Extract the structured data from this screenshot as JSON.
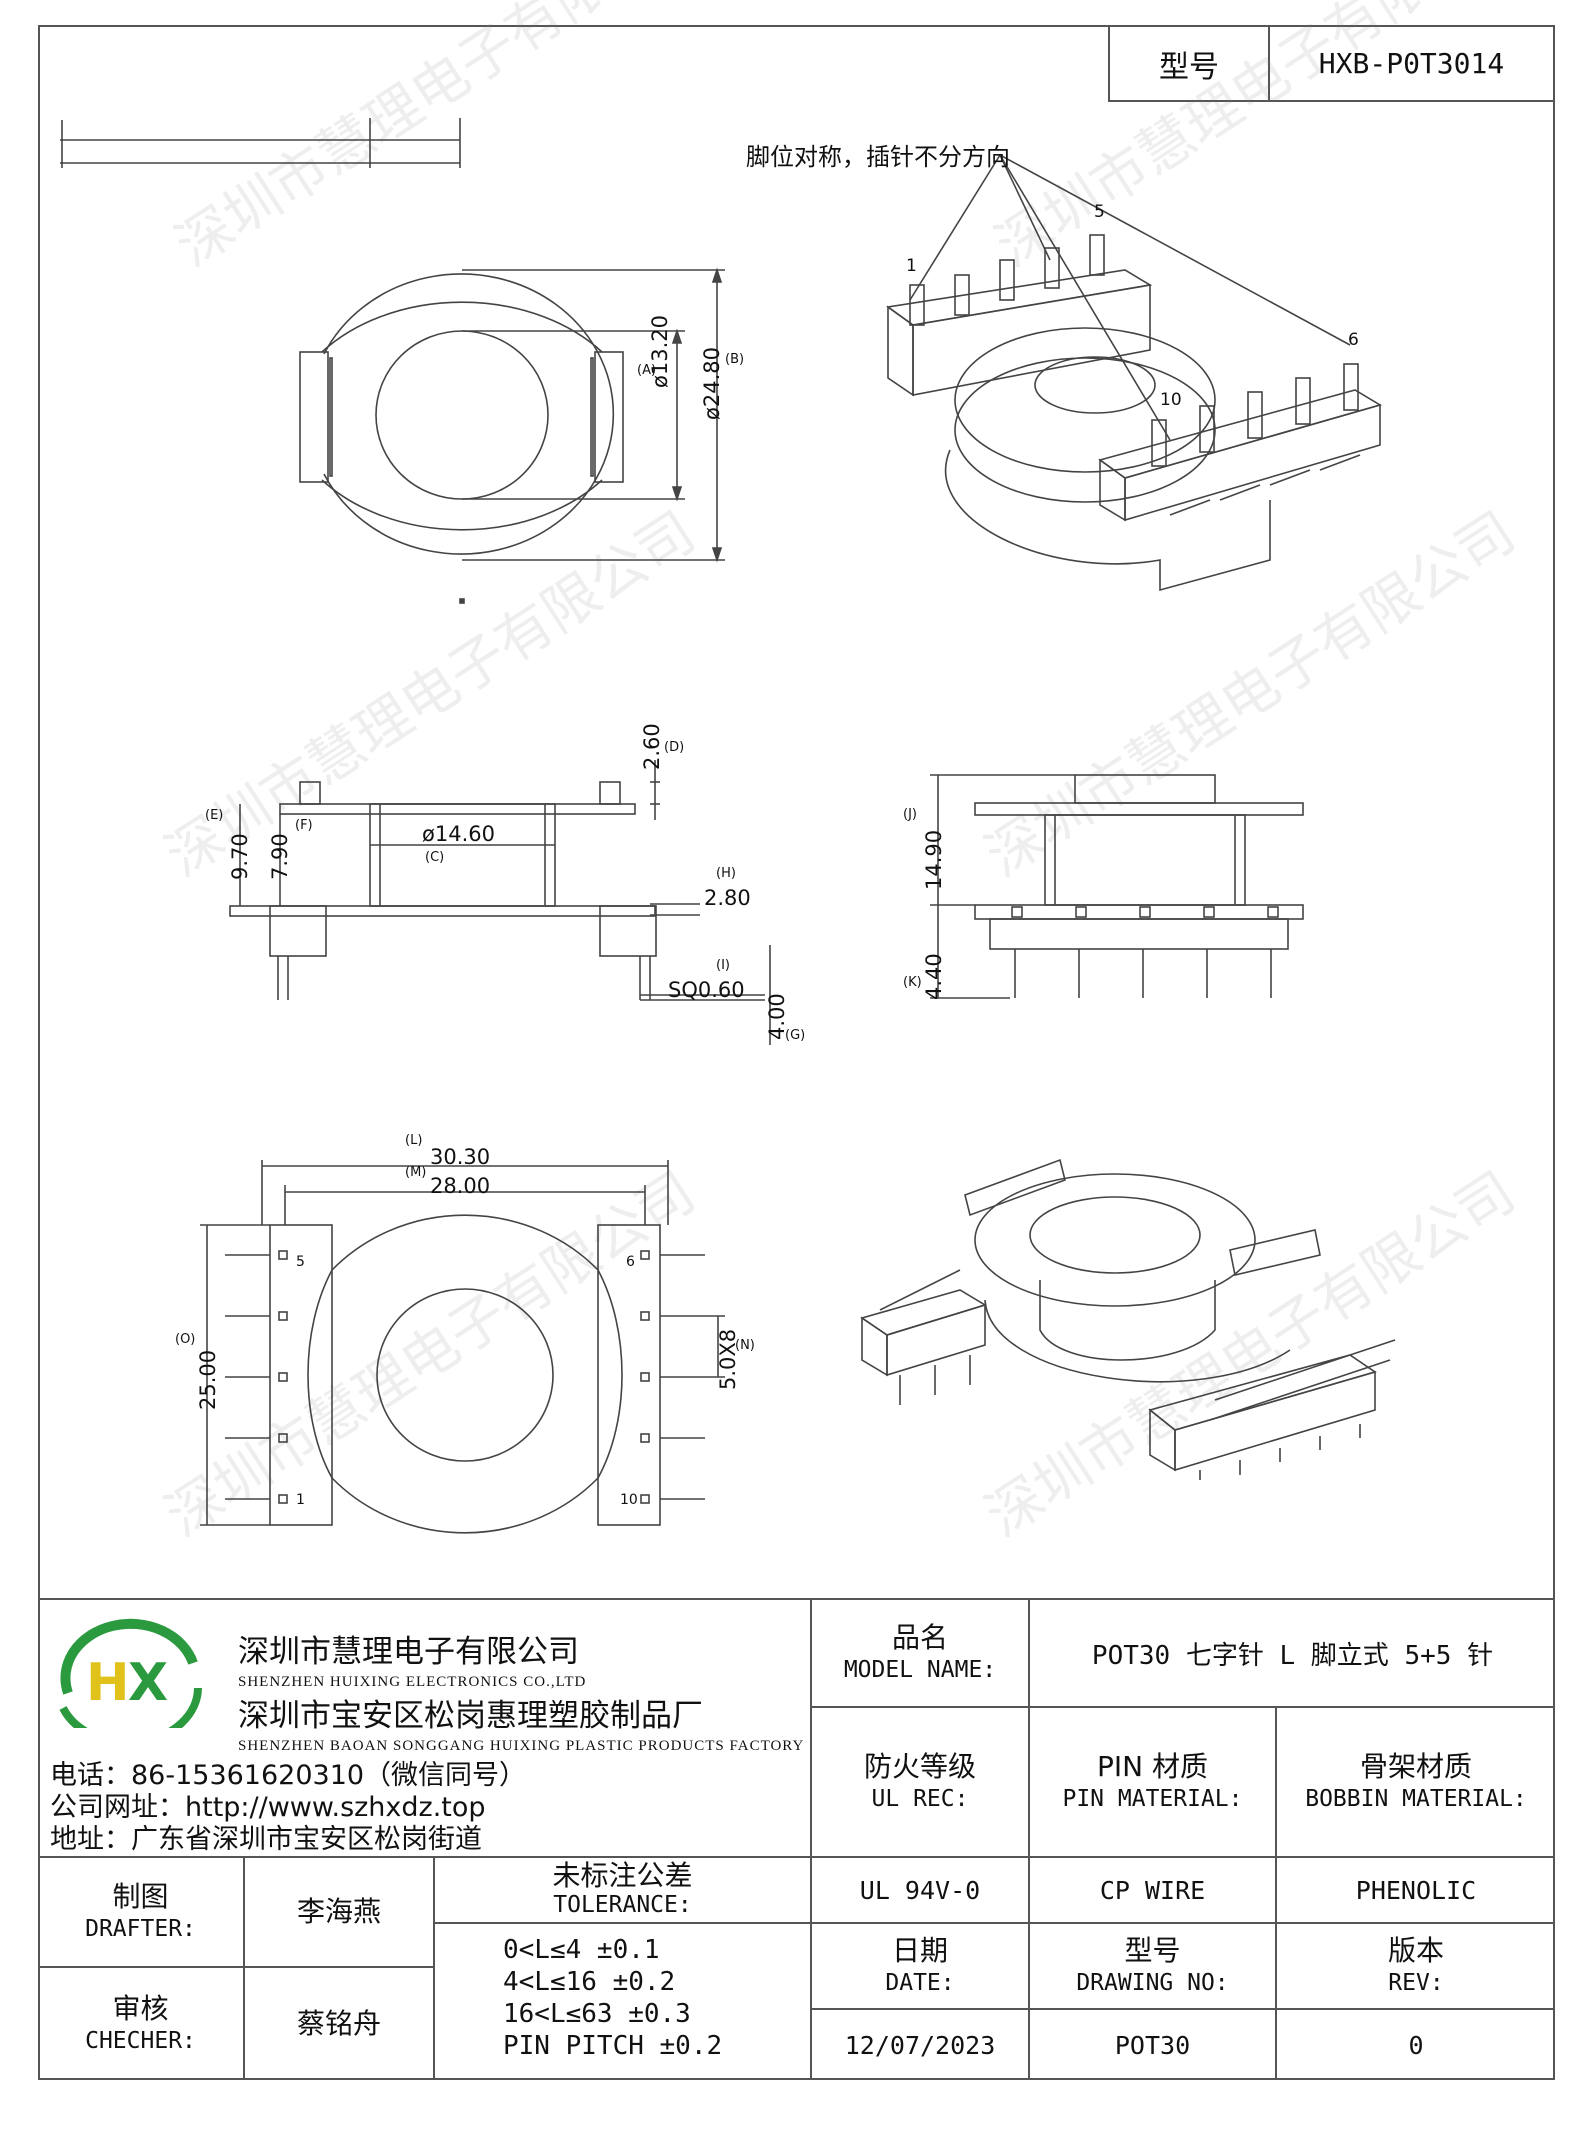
{
  "header": {
    "model_key": "型号",
    "model_value": "HXB-P0T3014"
  },
  "annotations": {
    "pin_note": "脚位对称，插针不分方向",
    "pin_1": "1",
    "pin_5": "5",
    "pin_6": "6",
    "pin_10": "10",
    "pin_1b": "1",
    "pin_5b": "5",
    "pin_6b": "6",
    "pin_10b": "10",
    "dims": {
      "A": "(A)",
      "A_val": "ø13.20",
      "B": "(B)",
      "B_val": "ø24.80",
      "C": "(C)",
      "C_val": "ø14.60",
      "D": "(D)",
      "D_val": "2.60",
      "E": "(E)",
      "E_val": "9.70",
      "F": "(F)",
      "F_val": "7.90",
      "G": "(G)",
      "G_val": "4.00",
      "H": "(H)",
      "H_val": "2.80",
      "I": "(I)",
      "I_val": "SQ0.60",
      "J": "(J)",
      "J_val": "14.90",
      "K": "(K)",
      "K_val": "4.40",
      "L": "(L)",
      "L_val": "30.30",
      "M": "(M)",
      "M_val": "28.00",
      "N": "(N)",
      "N_val": "5.0X8",
      "O": "(O)",
      "O_val": "25.00"
    }
  },
  "watermark": "深圳市慧理电子有限公司",
  "company": {
    "logo_text": "HX",
    "name_cn": "深圳市慧理电子有限公司",
    "name_en": "SHENZHEN HUIXING ELECTRONICS CO.,LTD",
    "factory_cn": "深圳市宝安区松岗惠理塑胶制品厂",
    "factory_en": "SHENZHEN BAOAN SONGGANG HUIXING PLASTIC PRODUCTS FACTORY",
    "phone": "电话：86-15361620310（微信同号）",
    "website": "公司网址：http://www.szhxdz.top",
    "address": "地址：广东省深圳市宝安区松岗街道"
  },
  "titleblock": {
    "model_name_cn": "品名",
    "model_name_en": "MODEL NAME:",
    "model_name_value": "POT30 七字针 L 脚立式 5+5 针",
    "ul_cn": "防火等级",
    "ul_en": "UL REC:",
    "ul_value": "UL 94V-0",
    "pin_mat_cn": "PIN 材质",
    "pin_mat_en": "PIN MATERIAL:",
    "pin_mat_value": "CP WIRE",
    "bobbin_mat_cn": "骨架材质",
    "bobbin_mat_en": "BOBBIN MATERIAL:",
    "bobbin_mat_value": "PHENOLIC",
    "drafter_cn": "制图",
    "drafter_en": "DRAFTER:",
    "drafter_value": "李海燕",
    "checker_cn": "审核",
    "checker_en": "CHECHER:",
    "checker_value": "蔡铭舟",
    "tolerance_cn": "未标注公差",
    "tolerance_en": "TOLERANCE:",
    "tol_1": "0<L≤4  ±0.1",
    "tol_2": "4<L≤16 ±0.2",
    "tol_3": "16<L≤63 ±0.3",
    "tol_4": "PIN PITCH ±0.2",
    "date_cn": "日期",
    "date_en": "DATE:",
    "date_value": "12/07/2023",
    "drawing_cn": "型号",
    "drawing_en": "DRAWING NO:",
    "drawing_value": "POT30",
    "rev_cn": "版本",
    "rev_en": "REV:",
    "rev_value": "0"
  }
}
